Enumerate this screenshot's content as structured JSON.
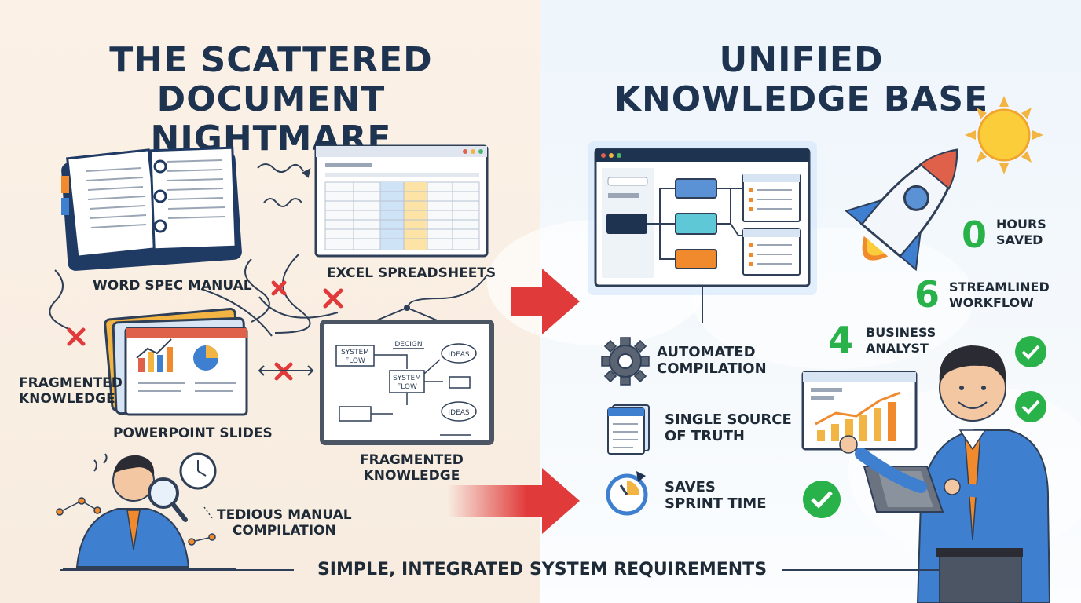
{
  "left": {
    "title_line1": "THE SCATTERED",
    "title_line2": "DOCUMENT NIGHTMARE",
    "labels": {
      "word": "WORD SPEC MANUAL",
      "excel": "EXCEL SPREADSHEETS",
      "powerpoint": "POWERPOINT SLIDES",
      "fragmented_left_1": "FRAGMENTED",
      "fragmented_left_2": "KNOWLEDGE",
      "fragmented_right_1": "FRAGMENTED",
      "fragmented_right_2": "KNOWLEDGE",
      "tedious_1": "TEDIOUS MANUAL",
      "tedious_2": "COMPILATION"
    },
    "whiteboard": {
      "system_flow_1": "SYSTEM",
      "system_flow_2": "FLOW",
      "design": "DECIGN",
      "ideas_top": "IDEAS",
      "center_1": "SYSTEM",
      "center_2": "FLOW",
      "ideas_bottom": "IDEAS"
    }
  },
  "right": {
    "title_line1": "UNIFIED",
    "title_line2": "KNOWLEDGE BASE",
    "features": [
      {
        "line1": "AUTOMATED",
        "line2": "COMPILATION",
        "icon": "gear-icon"
      },
      {
        "line1": "SINGLE SOURCE",
        "line2": "OF TRUTH",
        "icon": "document-icon"
      },
      {
        "line1": "SAVES",
        "line2": "SPRINT TIME",
        "icon": "timer-icon"
      }
    ],
    "stats": [
      {
        "number": "0",
        "line1": "HOURS",
        "line2": "SAVED"
      },
      {
        "number": "6",
        "line1": "STREAMLINED",
        "line2": "WORKFLOW"
      },
      {
        "number": "4",
        "line1": "BUSINESS",
        "line2": "ANALYST"
      }
    ]
  },
  "footer": "SIMPLE, INTEGRATED SYSTEM REQUIREMENTS",
  "colors": {
    "navy": "#1d3350",
    "green": "#2ab24a",
    "red": "#e03a3a",
    "orange": "#f08a2c",
    "blue": "#3f7fd0"
  }
}
